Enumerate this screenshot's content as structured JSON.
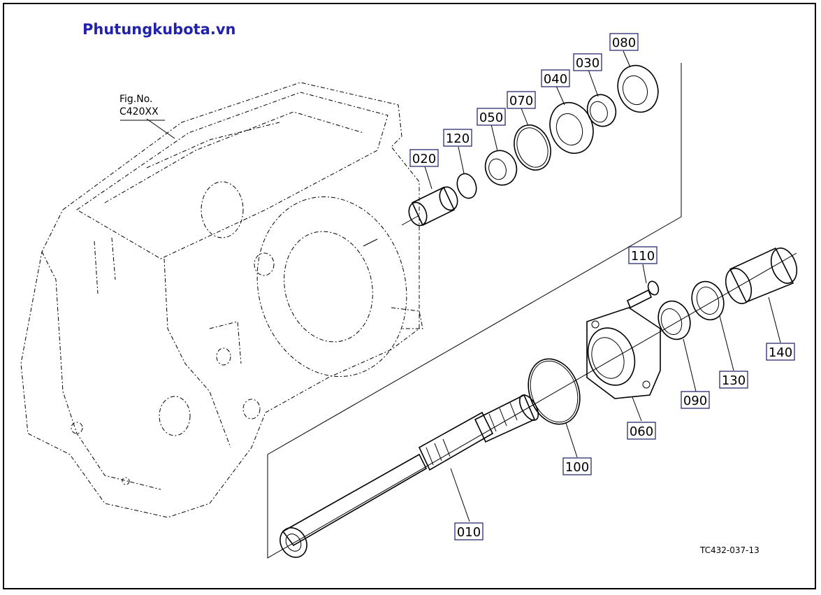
{
  "header": {
    "site_title": "Phutungkubota.vn",
    "fig_label": "Fig.No.",
    "fig_number": "C420XX"
  },
  "footer": {
    "drawing_code": "TC432-037-13"
  },
  "parts": [
    {
      "id": "010",
      "label": "010"
    },
    {
      "id": "020",
      "label": "020"
    },
    {
      "id": "030",
      "label": "030"
    },
    {
      "id": "040",
      "label": "040"
    },
    {
      "id": "050",
      "label": "050"
    },
    {
      "id": "060",
      "label": "060"
    },
    {
      "id": "070",
      "label": "070"
    },
    {
      "id": "080",
      "label": "080"
    },
    {
      "id": "090",
      "label": "090"
    },
    {
      "id": "100",
      "label": "100"
    },
    {
      "id": "110",
      "label": "110"
    },
    {
      "id": "120",
      "label": "120"
    },
    {
      "id": "130",
      "label": "130"
    },
    {
      "id": "140",
      "label": "140"
    }
  ],
  "colors": {
    "title": "#2222aa",
    "callout_border": "#1a1a66",
    "line": "#000000"
  }
}
